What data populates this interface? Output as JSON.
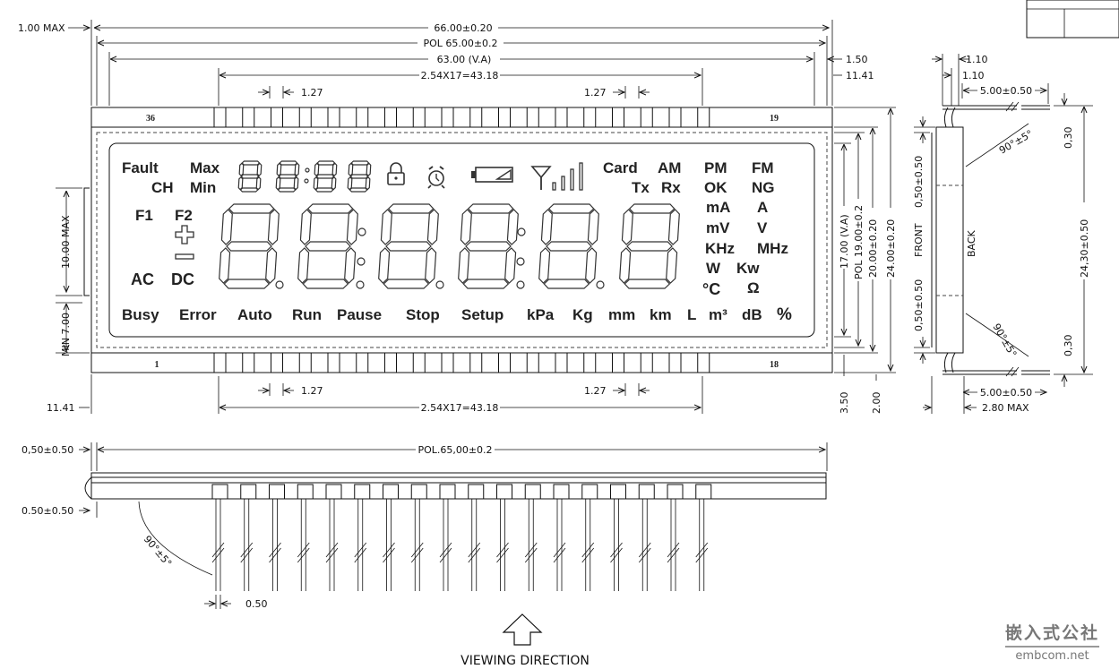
{
  "dimensions": {
    "overall_width": "66.00±0.20",
    "pol_width": "POL 65.00±0.2",
    "view_area_width": "63.00 (V.A)",
    "pin_span": "2.54X17=43.18",
    "pin_pitch": "1.27",
    "max_left": "1.00 MAX",
    "offset_11_41": "11.41",
    "right_1_50": "1.50",
    "height_10_max": "10.00 MAX",
    "min_7_00": "MIN 7.00",
    "h_17_va": "17.00 (V.A)",
    "h_pol_19": "POL 19.00±0.2",
    "h_20": "20.00±0.20",
    "h_24": "24.00±0.20",
    "b_3_50": "3.50",
    "b_2_00": "2.00",
    "side_1_10": "1.10",
    "side_5_00": "5.00±0.50",
    "side_0_30": "0,30",
    "side_0_50": "0,50±0.50",
    "side_24_30": "24,30±0.50",
    "side_2_80": "2.80 MAX",
    "angle": "90°±5°",
    "bottom_pol": "POL.65,00±0.2",
    "bottom_0_50_a": "0,50±0.50",
    "bottom_0_50_b": "0.50±0.50",
    "pin_width": "0.50"
  },
  "labels": {
    "pin_36": "36",
    "pin_19": "19",
    "pin_1": "1",
    "pin_18": "18",
    "front": "FRONT",
    "back": "BACK",
    "viewing_direction": "VIEWING  DIRECTION"
  },
  "annunciators": {
    "fault": "Fault",
    "max": "Max",
    "ch": "CH",
    "min": "Min",
    "card": "Card",
    "am": "AM",
    "pm": "PM",
    "fm": "FM",
    "tx": "Tx",
    "rx": "Rx",
    "ok": "OK",
    "ng": "NG",
    "f1": "F1",
    "f2": "F2",
    "ac": "AC",
    "dc": "DC",
    "ma": "mA",
    "a": "A",
    "mv": "mV",
    "v": "V",
    "khz": "KHz",
    "mhz": "MHz",
    "w": "W",
    "kw": "Kw",
    "degc": "°C",
    "ohm": "Ω",
    "busy": "Busy",
    "error": "Error",
    "auto": "Auto",
    "run": "Run",
    "pause": "Pause",
    "stop": "Stop",
    "setup": "Setup",
    "kpa": "kPa",
    "kg": "Kg",
    "mm": "mm",
    "km": "km",
    "l": "L",
    "m3": "m³",
    "db": "dB",
    "pct": "%"
  },
  "watermark": {
    "cn": "嵌入式公社",
    "site": "embcom.net"
  }
}
